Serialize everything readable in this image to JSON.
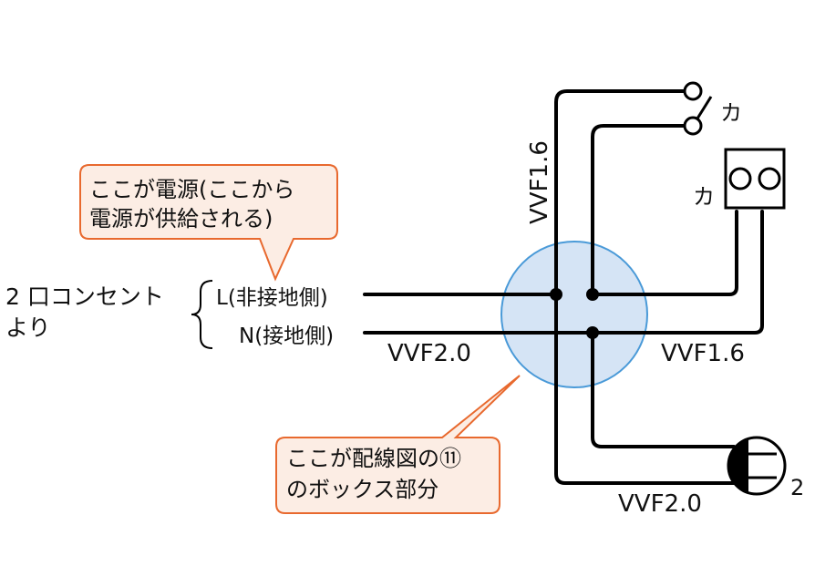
{
  "callout_top": {
    "line1": "ここが電源(ここから",
    "line2": "電源が供給される)"
  },
  "callout_bottom": {
    "line1": "ここが配線図の⑪",
    "line2": "のボックス部分"
  },
  "source": {
    "line1": "2 口コンセント",
    "line2": "より",
    "l_label": "L(非接地側)",
    "n_label": "N(接地側)"
  },
  "cables": {
    "vertical_top": "VVF1.6",
    "left": "VVF2.0",
    "right": "VVF1.6",
    "bottom": "VVF2.0"
  },
  "switch_label": "カ",
  "lamp_label": "カ",
  "outlet_label": "2",
  "colors": {
    "callout_fill": "#FCEDE4",
    "callout_border": "#E8692E",
    "box_fill": "#D5E4F5",
    "box_border": "#4A9AD8",
    "oval_fill": "#8CC6EE",
    "outlet_number": "#D62020"
  }
}
